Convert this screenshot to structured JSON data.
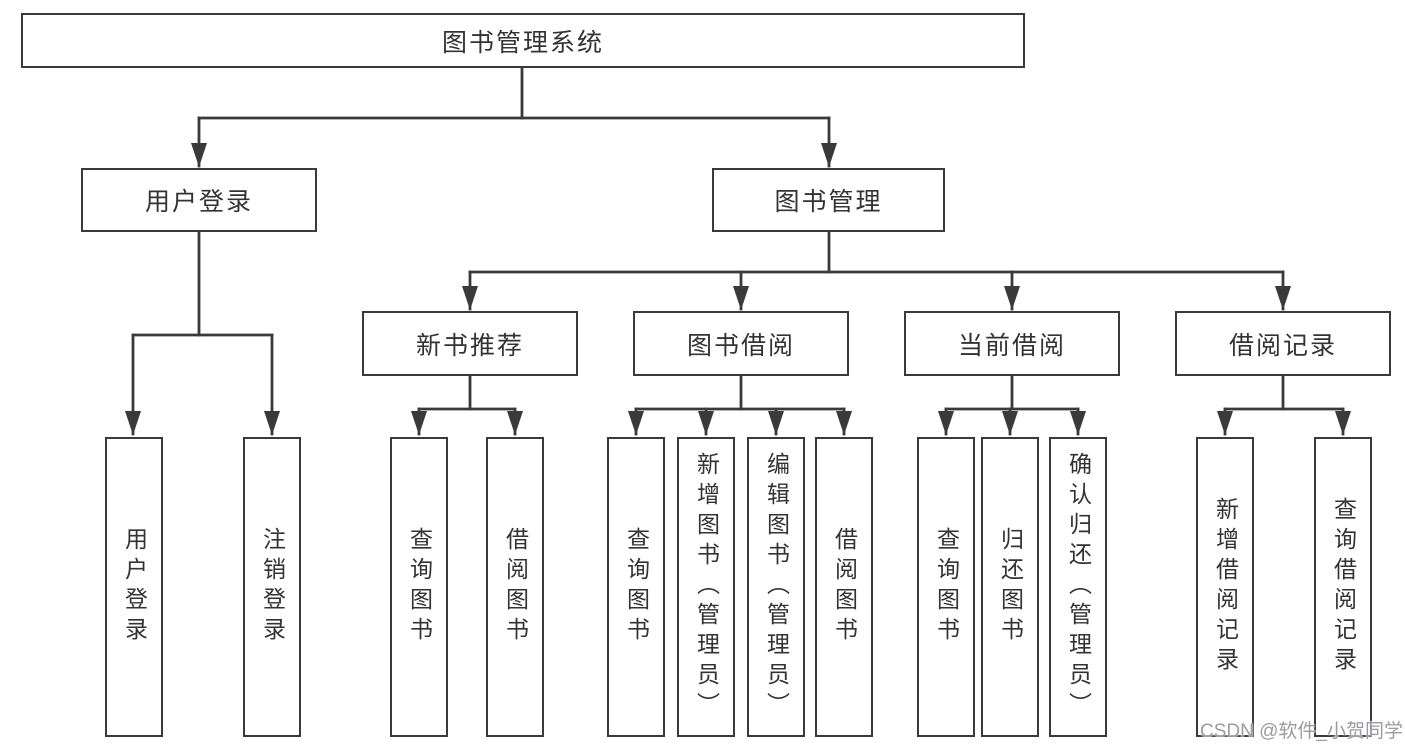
{
  "diagram": {
    "root": {
      "label": "图书管理系统"
    },
    "level2": [
      {
        "label": "用户登录"
      },
      {
        "label": "图书管理"
      }
    ],
    "level3": [
      {
        "label": "新书推荐"
      },
      {
        "label": "图书借阅"
      },
      {
        "label": "当前借阅"
      },
      {
        "label": "借阅记录"
      }
    ],
    "leaves": {
      "user": [
        {
          "label": "用户登录"
        },
        {
          "label": "注销登录"
        }
      ],
      "recommend": [
        {
          "label": "查询图书"
        },
        {
          "label": "借阅图书"
        }
      ],
      "borrow": [
        {
          "label": "查询图书"
        },
        {
          "label": "新增图书（管理员）"
        },
        {
          "label": "编辑图书（管理员）"
        },
        {
          "label": "借阅图书"
        }
      ],
      "current": [
        {
          "label": "查询图书"
        },
        {
          "label": "归还图书"
        },
        {
          "label": "确认归还（管理员）"
        }
      ],
      "records": [
        {
          "label": "新增借阅记录"
        },
        {
          "label": "查询借阅记录"
        }
      ]
    }
  },
  "watermark": {
    "text": "CSDN @软件_小贺同学",
    "color": "#9b9ba0"
  },
  "colors": {
    "line": "#3a3a3a",
    "box_border": "#3a3a3a",
    "text": "#333333",
    "background": "#ffffff"
  }
}
